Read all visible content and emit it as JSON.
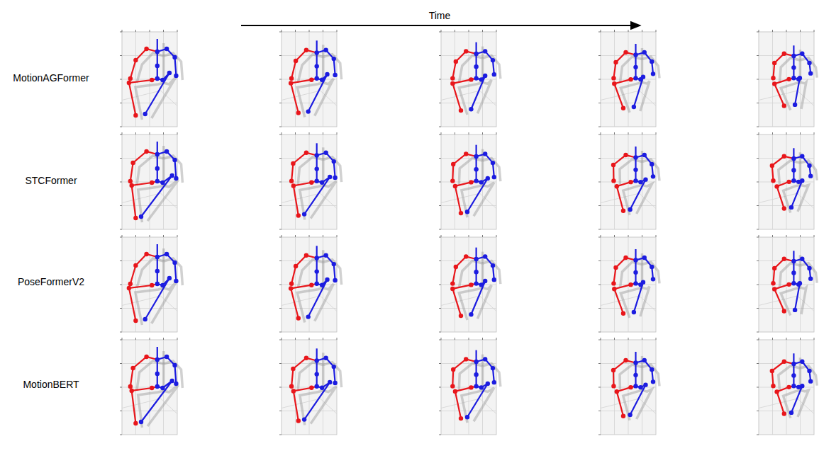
{
  "diagram": {
    "labels": [
      "Time",
      "MotionAGFormer",
      "STCFormer",
      "PoseFormerV2",
      "MotionBERT"
    ]
  }
}
